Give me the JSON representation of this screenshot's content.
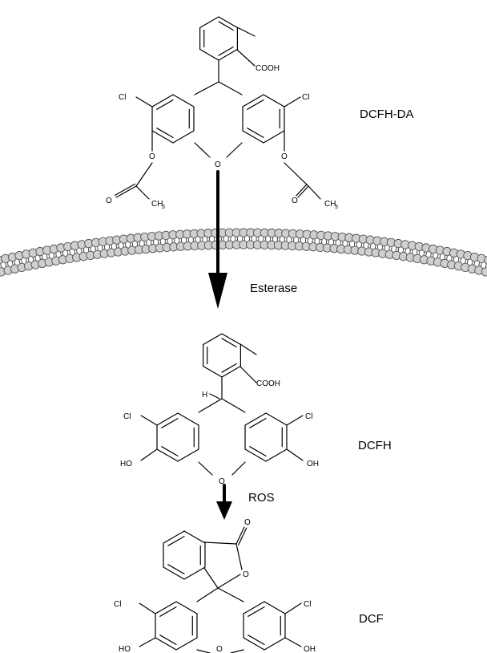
{
  "labels": {
    "dcfh_da": "DCFH-DA",
    "esterase": "Esterase",
    "dcfh": "DCFH",
    "ros": "ROS",
    "dcf": "DCF"
  },
  "atoms": {
    "cooh": "COOH",
    "cl": "Cl",
    "o": "O",
    "ch3": "CH",
    "ch3_sub": "3",
    "h": "H",
    "oh": "OH",
    "ho": "HO"
  }
}
